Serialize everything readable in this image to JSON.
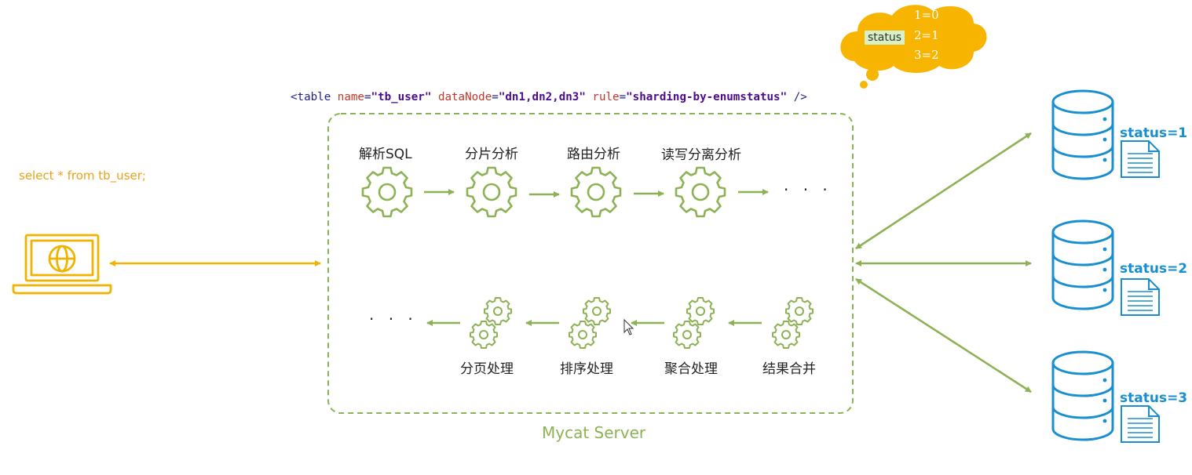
{
  "client": {
    "sql": "select * from tb_user;"
  },
  "config": {
    "tag_open": "<table",
    "attr_name": "name",
    "val_name": "\"tb_user\"",
    "attr_datanode": "dataNode",
    "val_datanode": "\"dn1,dn2,dn3\"",
    "attr_rule": "rule",
    "val_rule": "\"sharding-by-enumstatus\"",
    "tag_close": "/>"
  },
  "cloud": {
    "key": "status",
    "mappings": [
      "1=0",
      "2=1",
      "3=2"
    ]
  },
  "server": {
    "title": "Mycat Server",
    "top_steps": [
      "解析SQL",
      "分片分析",
      "路由分析",
      "读写分离分析"
    ],
    "top_ellipsis": "· · ·",
    "bottom_steps": [
      "结果合并",
      "聚合处理",
      "排序处理",
      "分页处理"
    ],
    "bottom_ellipsis": "· · ·"
  },
  "nodes": [
    {
      "label": "status=1"
    },
    {
      "label": "status=2"
    },
    {
      "label": "status=3"
    }
  ],
  "colors": {
    "client": "#f0b400",
    "server": "#8db255",
    "db": "#1a8fd0",
    "cloud": "#f7b400"
  },
  "icons": [
    "laptop-globe-icon",
    "gear-icon",
    "double-gear-icon",
    "database-icon",
    "document-icon",
    "cloud-icon"
  ]
}
